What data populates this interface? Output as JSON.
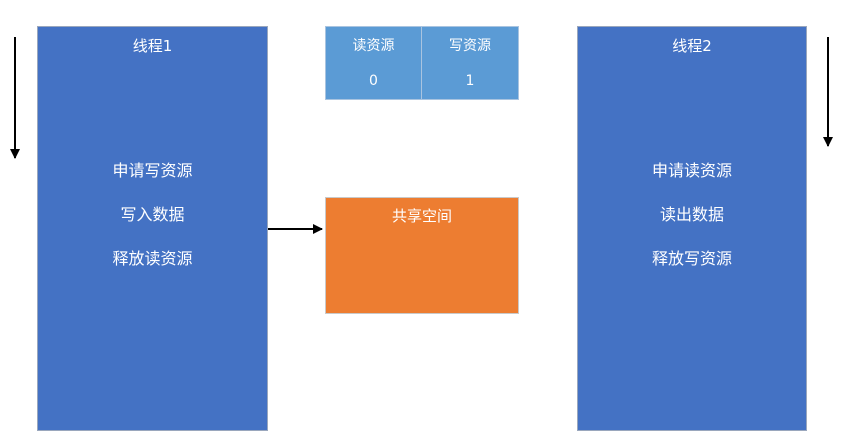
{
  "thread1": {
    "title": "线程1",
    "steps": [
      "申请写资源",
      "写入数据",
      "释放读资源"
    ]
  },
  "thread2": {
    "title": "线程2",
    "steps": [
      "申请读资源",
      "读出数据",
      "释放写资源"
    ]
  },
  "resources": {
    "read_label": "读资源",
    "write_label": "写资源",
    "read_value": "0",
    "write_value": "1"
  },
  "shared": {
    "title": "共享空间"
  },
  "colors": {
    "thread": "#4472c4",
    "resource_table": "#5b9bd5",
    "shared_space": "#ed7d31",
    "arrow": "#000000"
  }
}
